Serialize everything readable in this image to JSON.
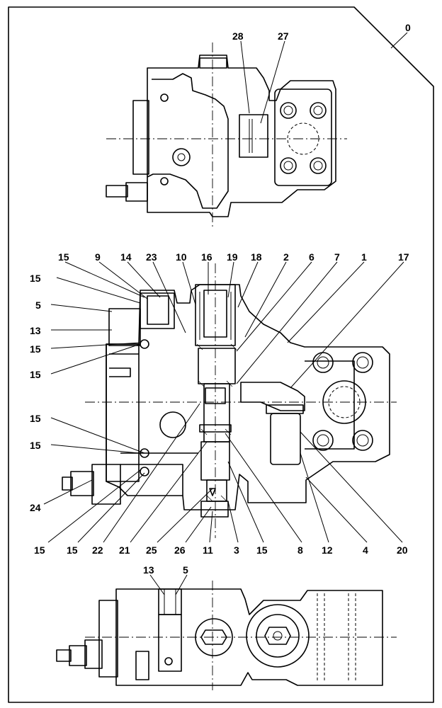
{
  "diagram": {
    "assembly_label": "0",
    "top_view_labels": [
      "28",
      "27"
    ],
    "section_top_labels": [
      "15",
      "9",
      "14",
      "23",
      "10",
      "16",
      "19",
      "18",
      "2",
      "6",
      "7",
      "1",
      "17"
    ],
    "section_left_labels": [
      "15",
      "5",
      "13",
      "15",
      "15",
      "15",
      "15",
      "24"
    ],
    "section_bottom_labels": [
      "15",
      "15",
      "22",
      "21",
      "25",
      "26",
      "11",
      "3",
      "15",
      "8",
      "12",
      "4",
      "20"
    ],
    "bottom_view_labels": [
      "13",
      "5"
    ]
  }
}
